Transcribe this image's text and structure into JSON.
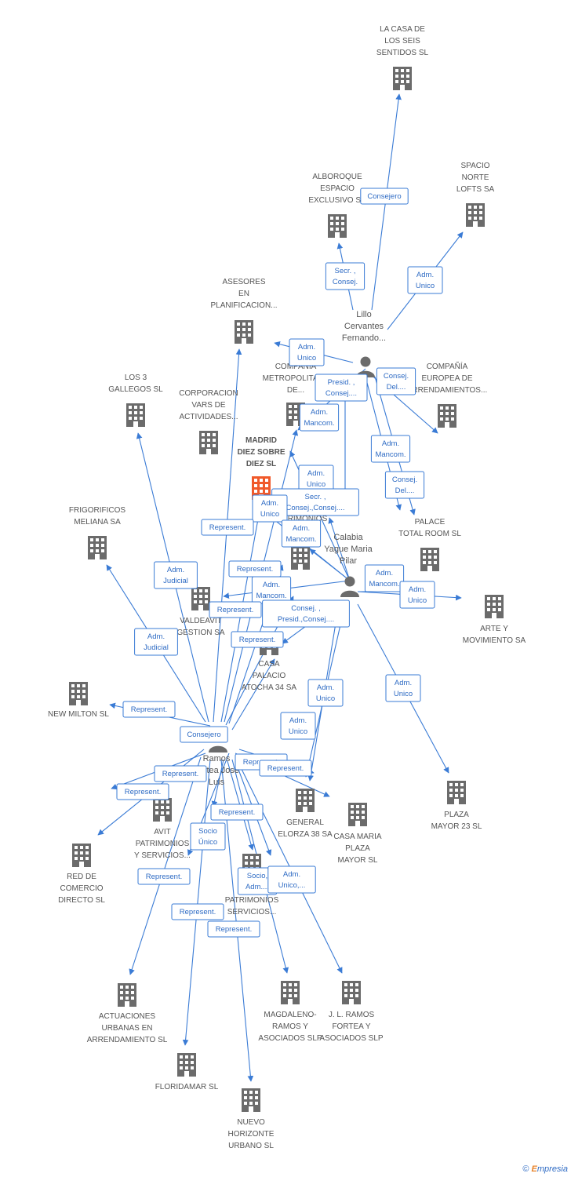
{
  "colors": {
    "edge": "#3a7bd5",
    "company": "#6b6b6b",
    "focus": "#f0592a",
    "person": "#6b6b6b"
  },
  "companies": [
    {
      "id": "la-casa",
      "lines": [
        "LA CASA DE",
        "LOS SEIS",
        "SENTIDOS SL"
      ]
    },
    {
      "id": "alboroque",
      "lines": [
        "ALBOROQUE",
        "ESPACIO",
        "EXCLUSIVO SA"
      ]
    },
    {
      "id": "spacio-norte",
      "lines": [
        "SPACIO",
        "NORTE",
        "LOFTS SA"
      ]
    },
    {
      "id": "asesores",
      "lines": [
        "ASESORES",
        "EN",
        "PLANIFICACION..."
      ]
    },
    {
      "id": "compania-metropolitana",
      "lines": [
        "COMPAÑIA",
        "METROPOLITANA",
        "DE..."
      ]
    },
    {
      "id": "compania-europea",
      "lines": [
        "COMPAÑÍA",
        "EUROPEA DE",
        "ARRENDAMIENTOS..."
      ]
    },
    {
      "id": "los-3-gallegos",
      "lines": [
        "LOS 3",
        "GALLEGOS SL"
      ]
    },
    {
      "id": "corporacion-vars",
      "lines": [
        "CORPORACION",
        "VARS DE",
        "ACTIVIDADES..."
      ]
    },
    {
      "id": "madrid-diez",
      "lines": [
        "MADRID",
        "DIEZ SOBRE",
        "DIEZ SL"
      ],
      "focus": true
    },
    {
      "id": "patrimonios-y",
      "lines": [
        "PATRIMONIOS",
        "Y"
      ]
    },
    {
      "id": "palace",
      "lines": [
        "PALACE",
        "TOTAL ROOM SL"
      ]
    },
    {
      "id": "frigorificos",
      "lines": [
        "FRIGORIFICOS",
        "MELIANA SA"
      ]
    },
    {
      "id": "valdeavit",
      "lines": [
        "VALDEAVIT",
        "GESTION SA"
      ]
    },
    {
      "id": "arte-movimiento",
      "lines": [
        "ARTE Y",
        "MOVIMIENTO SA"
      ]
    },
    {
      "id": "casa-palacio",
      "lines": [
        "CASA",
        "PALACIO",
        "ATOCHA 34 SA"
      ]
    },
    {
      "id": "new-milton",
      "lines": [
        "NEW MILTON SL"
      ]
    },
    {
      "id": "avit",
      "lines": [
        "AVIT",
        "PATRIMONIOS",
        "Y SERVICIOS..."
      ]
    },
    {
      "id": "general-elorza",
      "lines": [
        "GENERAL",
        "ELORZA 38 SA"
      ]
    },
    {
      "id": "casa-maria",
      "lines": [
        "CASA MARIA",
        "PLAZA",
        "MAYOR SL"
      ]
    },
    {
      "id": "plaza-mayor-23",
      "lines": [
        "PLAZA",
        "MAYOR 23 SL"
      ]
    },
    {
      "id": "red-comercio",
      "lines": [
        "RED DE",
        "COMERCIO",
        "DIRECTO SL"
      ]
    },
    {
      "id": "patrimonios-servicios",
      "lines": [
        "PATRIMONIOS",
        "SERVICIOS..."
      ]
    },
    {
      "id": "actuaciones",
      "lines": [
        "ACTUACIONES",
        "URBANAS EN",
        "ARRENDAMIENTO SL"
      ]
    },
    {
      "id": "magdaleno",
      "lines": [
        "MAGDALENO-",
        "RAMOS Y",
        "ASOCIADOS SLP"
      ]
    },
    {
      "id": "jl-ramos",
      "lines": [
        "J. L. RAMOS",
        "FORTEA Y",
        "ASOCIADOS  SLP"
      ]
    },
    {
      "id": "floridamar",
      "lines": [
        "FLORIDAMAR SL"
      ]
    },
    {
      "id": "nuevo-horizonte",
      "lines": [
        "NUEVO",
        "HORIZONTE",
        "URBANO SL"
      ]
    }
  ],
  "persons": [
    {
      "id": "lillo",
      "lines": [
        "Lillo",
        "Cervantes",
        "Fernando..."
      ]
    },
    {
      "id": "calabia",
      "lines": [
        "Calabia",
        "Yague Maria",
        "Pilar"
      ]
    },
    {
      "id": "ramos",
      "lines": [
        "Ramos",
        "Fortea Jose",
        "Luis"
      ]
    }
  ],
  "relations": [
    {
      "id": "r1",
      "lines": [
        "Consejero"
      ]
    },
    {
      "id": "r2",
      "lines": [
        "Secr. ,",
        "Consej."
      ]
    },
    {
      "id": "r3",
      "lines": [
        "Adm.",
        "Unico"
      ]
    },
    {
      "id": "r4",
      "lines": [
        "Adm.",
        "Unico"
      ]
    },
    {
      "id": "r5",
      "lines": [
        "Consej.",
        "Del...."
      ]
    },
    {
      "id": "r6",
      "lines": [
        "Presid. ,",
        "Consej...."
      ]
    },
    {
      "id": "r7",
      "lines": [
        "Adm.",
        "Mancom."
      ]
    },
    {
      "id": "r8",
      "lines": [
        "Adm.",
        "Mancom."
      ]
    },
    {
      "id": "r9",
      "lines": [
        "Consej.",
        "Del...."
      ]
    },
    {
      "id": "r10",
      "lines": [
        "Adm.",
        "Unico"
      ]
    },
    {
      "id": "r11",
      "lines": [
        "Secr. ,",
        "Consej.,Consej...."
      ]
    },
    {
      "id": "r12",
      "lines": [
        "Adm.",
        "Unico"
      ]
    },
    {
      "id": "r13",
      "lines": [
        "Adm.",
        "Mancom."
      ]
    },
    {
      "id": "r14",
      "lines": [
        "Represent."
      ]
    },
    {
      "id": "r15",
      "lines": [
        "Adm.",
        "Judicial"
      ]
    },
    {
      "id": "r16",
      "lines": [
        "Represent."
      ]
    },
    {
      "id": "r17",
      "lines": [
        "Adm.",
        "Mancom."
      ]
    },
    {
      "id": "r18",
      "lines": [
        "Adm.",
        "Mancom."
      ]
    },
    {
      "id": "r19",
      "lines": [
        "Adm.",
        "Unico"
      ]
    },
    {
      "id": "r20",
      "lines": [
        "Represent."
      ]
    },
    {
      "id": "r21",
      "lines": [
        "Consej. ,",
        "Presid.,Consej...."
      ]
    },
    {
      "id": "r22",
      "lines": [
        "Adm.",
        "Judicial"
      ]
    },
    {
      "id": "r23",
      "lines": [
        "Represent."
      ]
    },
    {
      "id": "r24",
      "lines": [
        "Adm.",
        "Unico"
      ]
    },
    {
      "id": "r25",
      "lines": [
        "Adm.",
        "Unico"
      ]
    },
    {
      "id": "r26",
      "lines": [
        "Represent."
      ]
    },
    {
      "id": "r27",
      "lines": [
        "Consejero"
      ]
    },
    {
      "id": "r28",
      "lines": [
        "Adm.",
        "Unico"
      ]
    },
    {
      "id": "r29",
      "lines": [
        "Represent."
      ]
    },
    {
      "id": "r30",
      "lines": [
        "Represent."
      ]
    },
    {
      "id": "r31",
      "lines": [
        "Represent."
      ]
    },
    {
      "id": "r32",
      "lines": [
        "Represent."
      ]
    },
    {
      "id": "r33",
      "lines": [
        "Socio",
        "Único"
      ]
    },
    {
      "id": "r34",
      "lines": [
        "Represent."
      ]
    },
    {
      "id": "r35",
      "lines": [
        "Socio,",
        "Adm...."
      ]
    },
    {
      "id": "r36",
      "lines": [
        "Adm.",
        "Unico,..."
      ]
    },
    {
      "id": "r37",
      "lines": [
        "Represent."
      ]
    },
    {
      "id": "r38",
      "lines": [
        "Represent."
      ]
    },
    {
      "id": "r39",
      "lines": [
        "Represent."
      ]
    }
  ],
  "footer": {
    "copyright": "©",
    "brand_initial": "E",
    "brand_rest": "mpresia"
  }
}
